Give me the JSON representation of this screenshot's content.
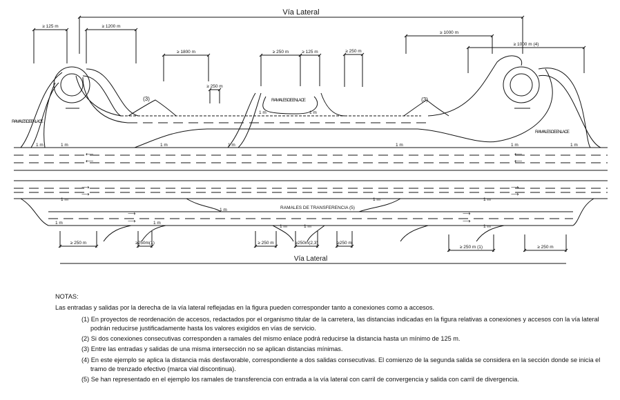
{
  "diagram": {
    "top_lateral_label": "Vía Lateral",
    "bottom_lateral_label": "Vía Lateral",
    "top_dimensions": [
      "≥ 125 m",
      "≥ 1200 m",
      "≥ 1800 m",
      "≥ 250 m",
      "≥ 250 m",
      "≥ 125 m",
      "≥ 250 m",
      "≥ 1000 m",
      "≥ 1000 m (4)"
    ],
    "bottom_dimensions": [
      "≥ 250 m",
      "≥250m(1)",
      "≥ 250 m",
      "≥250m(2,3)",
      "≥250 m",
      "≥ 250 m (1)",
      "≥ 250 m"
    ],
    "ramales_enlace": "RAMALES DE ENLACE",
    "ramales_transferencia": "RAMALES DE TRANSFERENCIA (5)",
    "note_ref_3": "(3)",
    "offset_label": "1 m"
  },
  "notes": {
    "title": "NOTAS:",
    "intro": "Las entradas y salidas por la derecha de la vía lateral reflejadas en la figura pueden corresponder tanto a conexiones como a accesos.",
    "items": [
      "(1) En proyectos de reordenación de accesos, redactados por el organismo titular de la carretera, las distancias indicadas en la figura relativas a conexiones y accesos con la vía lateral podrán reducirse justificadamente hasta los valores exigidos en vías de servicio.",
      "(2) Si dos conexiones consecutivas corresponden a ramales del mismo enlace podrá reducirse la distancia hasta un mínimo de 125 m.",
      "(3) Entre las entradas y salidas de una misma intersección no se aplican distancias mínimas.",
      "(4) En este ejemplo se aplica la distancia más desfavorable, correspondiente a dos salidas consecutivas. El comienzo  de la segunda salida se considera en la sección donde se inicia el tramo de trenzado efectivo (marca vial discontinua).",
      "(5) Se han representado en el ejemplo los ramales de transferencia con entrada a la vía lateral con carril de convergencia  y salida con carril de divergencia."
    ]
  }
}
